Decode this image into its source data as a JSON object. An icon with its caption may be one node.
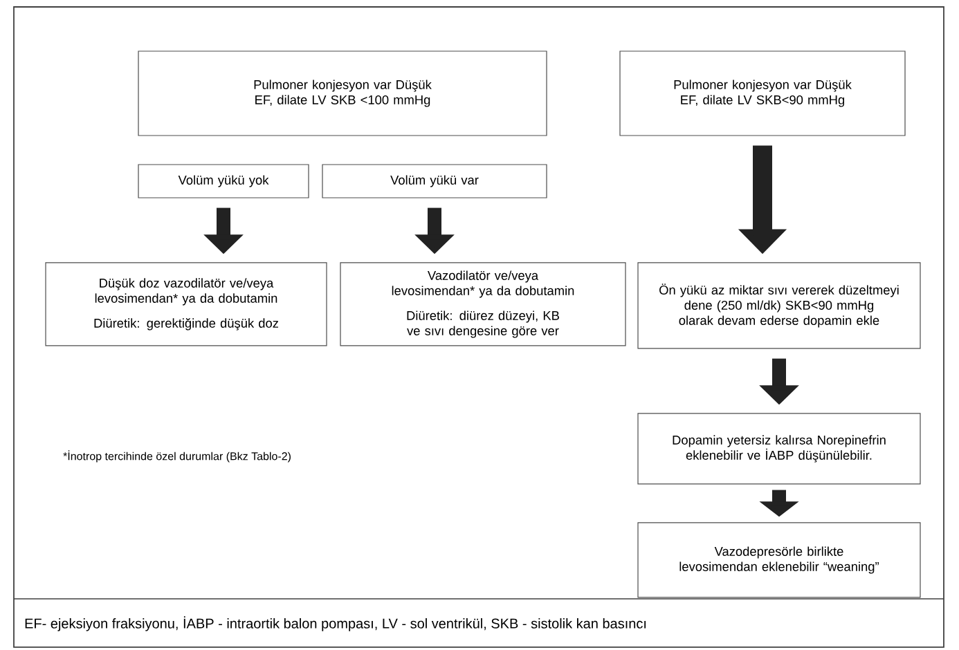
{
  "diagram": {
    "nodes": [
      {
        "text": [
          "Pulmoner konjesyon var Düşük EF, dilate LV SKB <100 mmHg"
        ]
      },
      {
        "text": [
          "Pulmoner konjesyon var Düşük EF, dilate LV SKB<90 mmHg"
        ]
      },
      {
        "text": [
          "Volüm yükü yok"
        ]
      },
      {
        "text": [
          "Volüm yükü var"
        ]
      },
      {
        "text": [
          "Düşük doz vazodilatör ve/veya levosimendan* ya da dobutamin",
          "Diüretik: gerektiğinde düşük doz"
        ]
      },
      {
        "text": [
          "Vazodilatör ve/veya levosimendan* ya da dobutamin",
          "Diüretik: diürez düzeyi, KB ve sıvı dengesine göre ver"
        ]
      },
      {
        "text": [
          "Ön yükü az miktar sıvı vererek düzeltmeyi dene (250 ml/dk) SKB<90 mmHg olarak devam ederse dopamin ekle"
        ]
      },
      {
        "text": [
          "Dopamin yetersiz kalırsa Norepinefrin eklenebilir ve İABP düşünülebilir."
        ]
      },
      {
        "text": [
          "Vazodepresörle birlikte levosimendan eklenebilir “weaning”"
        ]
      }
    ],
    "edges": [
      {
        "from": 2,
        "to": 4,
        "arrow": "to"
      },
      {
        "from": 3,
        "to": 5,
        "arrow": "to"
      },
      {
        "from": 1,
        "to": 6,
        "arrow": "to"
      },
      {
        "from": 6,
        "to": 7,
        "arrow": "to"
      },
      {
        "from": 7,
        "to": 8,
        "arrow": "to"
      }
    ],
    "labels": [
      "*İnotrop tercihinde özel durumlar (Bkz Tablo-2)",
      "EF- ejeksiyon fraksiyonu, İABP - intraortik balon pompası, LV - sol ventrikül, SKB - sistolik kan basıncı"
    ]
  }
}
